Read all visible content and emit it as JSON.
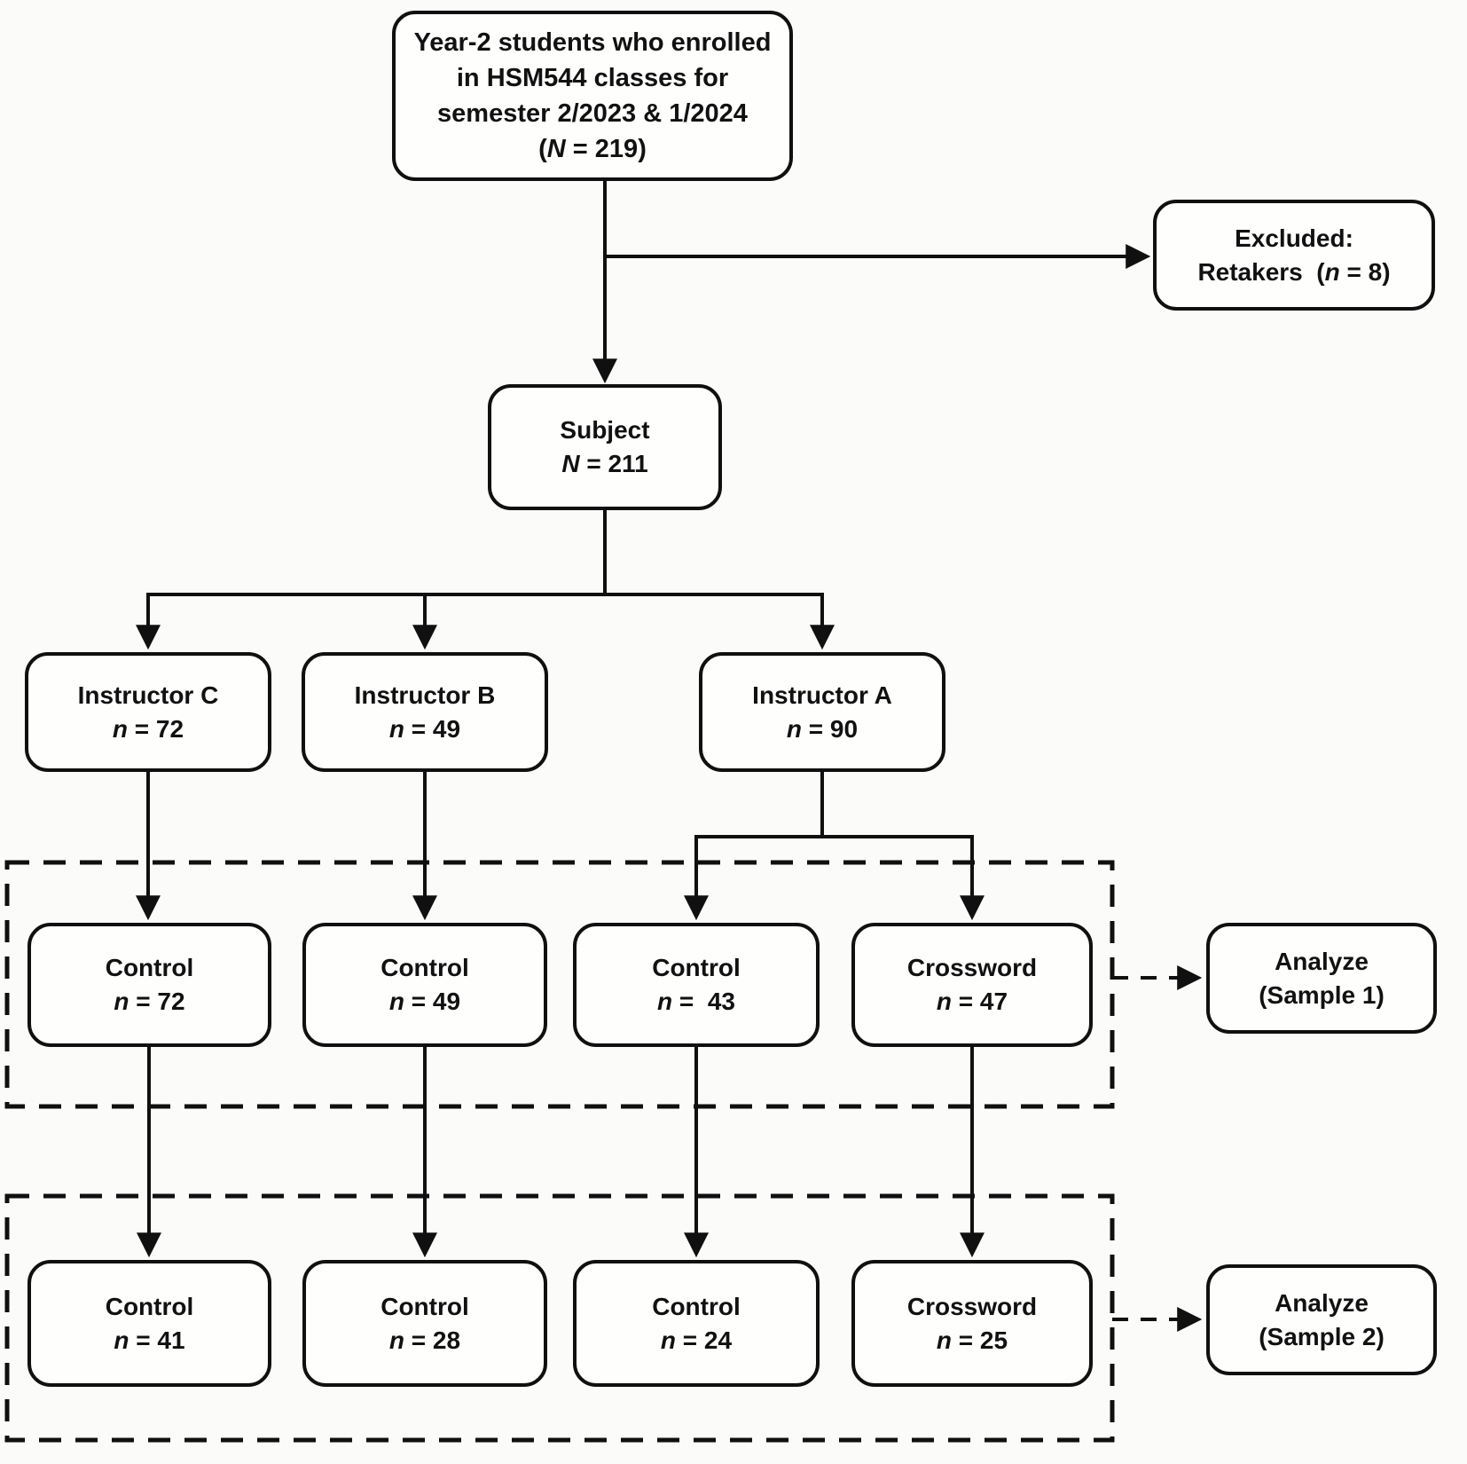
{
  "diagram": {
    "type": "study-flowchart",
    "colors": {
      "stroke": "#101010",
      "box_fill": "#fefefd",
      "background": "#fbfbf9"
    },
    "boxes": {
      "enrolled": {
        "lines": [
          "Year-2 students who enrolled",
          "in HSM544 classes for",
          "semester 2/2023 & 1/2024"
        ],
        "stat": {
          "prefix": "(",
          "var": "N",
          "rest": " = 219",
          "suffix": ")"
        }
      },
      "excluded": {
        "lines": [
          "Excluded:"
        ],
        "stat": {
          "prefix": "Retakers  (",
          "var": "n",
          "rest": " = 8",
          "suffix": ")"
        }
      },
      "subject": {
        "lines": [
          "Subject"
        ],
        "stat": {
          "var": "N",
          "rest": " = 211"
        }
      },
      "instructor_c": {
        "lines": [
          "Instructor C"
        ],
        "stat": {
          "var": "n",
          "rest": " = 72"
        }
      },
      "instructor_b": {
        "lines": [
          "Instructor B"
        ],
        "stat": {
          "var": "n",
          "rest": " = 49"
        }
      },
      "instructor_a": {
        "lines": [
          "Instructor A"
        ],
        "stat": {
          "var": "n",
          "rest": " = 90"
        }
      },
      "s1_control_c": {
        "lines": [
          "Control"
        ],
        "stat": {
          "var": "n",
          "rest": " = 72"
        }
      },
      "s1_control_b": {
        "lines": [
          "Control"
        ],
        "stat": {
          "var": "n",
          "rest": " = 49"
        }
      },
      "s1_control_a": {
        "lines": [
          "Control"
        ],
        "stat": {
          "var": "n",
          "rest": " =  43"
        }
      },
      "s1_crossword": {
        "lines": [
          "Crossword"
        ],
        "stat": {
          "var": "n",
          "rest": " = 47"
        }
      },
      "analyze_1": {
        "lines": [
          "Analyze",
          "(Sample 1)"
        ]
      },
      "s2_control_c": {
        "lines": [
          "Control"
        ],
        "stat": {
          "var": "n",
          "rest": " = 41"
        }
      },
      "s2_control_b": {
        "lines": [
          "Control"
        ],
        "stat": {
          "var": "n",
          "rest": " = 28"
        }
      },
      "s2_control_a": {
        "lines": [
          "Control"
        ],
        "stat": {
          "var": "n",
          "rest": " = 24"
        }
      },
      "s2_crossword": {
        "lines": [
          "Crossword"
        ],
        "stat": {
          "var": "n",
          "rest": " = 25"
        }
      },
      "analyze_2": {
        "lines": [
          "Analyze",
          "(Sample 2)"
        ]
      }
    }
  }
}
